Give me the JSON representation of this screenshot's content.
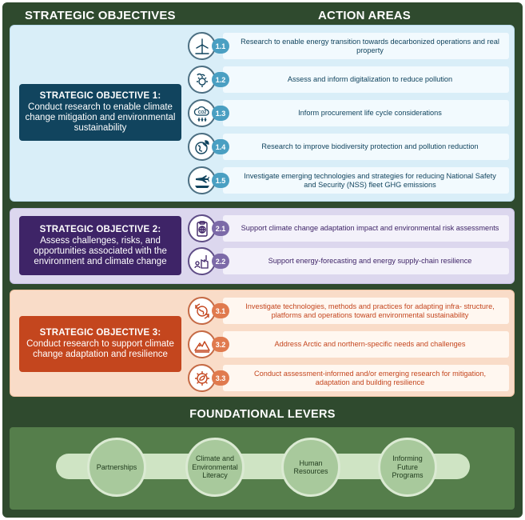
{
  "headers": {
    "left": "STRATEGIC OBJECTIVES",
    "right": "ACTION AREAS"
  },
  "objectives": [
    {
      "title": "STRATEGIC OBJECTIVE 1:",
      "text": "Conduct research to enable climate change mitigation and environmental sustainability",
      "color": "#11445e",
      "actions": [
        {
          "num": "1.1",
          "icon": "wind-turbine-icon",
          "text": "Research to enable energy transition towards decarbonized operations and real property"
        },
        {
          "num": "1.2",
          "icon": "gear-cloud-icon",
          "text": "Assess and inform digitalization to reduce pollution"
        },
        {
          "num": "1.3",
          "icon": "co2-cloud-icon",
          "text": "Inform procurement life cycle considerations"
        },
        {
          "num": "1.4",
          "icon": "globe-leaf-icon",
          "text": "Research to improve biodiversity protection and pollution reduction"
        },
        {
          "num": "1.5",
          "icon": "jet-ship-icon",
          "text": "Investigate emerging technologies and strategies for reducing National Safety and Security (NSS) fleet GHG emissions"
        }
      ]
    },
    {
      "title": "STRATEGIC OBJECTIVE 2:",
      "text": "Assess challenges, risks, and opportunities associated with the environment and climate change",
      "color": "#3e2467",
      "actions": [
        {
          "num": "2.1",
          "icon": "clipboard-globe-icon",
          "text": "Support climate change adaptation impact and environmental risk assessments"
        },
        {
          "num": "2.2",
          "icon": "factory-person-icon",
          "text": "Support energy-forecasting and energy supply-chain resilience"
        }
      ]
    },
    {
      "title": "STRATEGIC OBJECTIVE 3:",
      "text": "Conduct research to support climate change adaptation and resilience",
      "color": "#c4461e",
      "actions": [
        {
          "num": "3.1",
          "icon": "globe-arrows-icon",
          "text": "Investigate technologies, methods and practices for adapting infra- structure, platforms and operations toward environmental sustainability"
        },
        {
          "num": "3.2",
          "icon": "mountain-icon",
          "text": "Address Arctic and northern-specific needs and challenges"
        },
        {
          "num": "3.3",
          "icon": "gear-leaf-icon",
          "text": "Conduct assessment-informed and/or emerging research for mitigation, adaptation and building resilience"
        }
      ]
    }
  ],
  "foundational": {
    "title": "FOUNDATIONAL LEVERS",
    "levers": [
      "Partnerships",
      "Climate and Environmental Literacy",
      "Human Resources",
      "Informing Future Programs"
    ]
  }
}
